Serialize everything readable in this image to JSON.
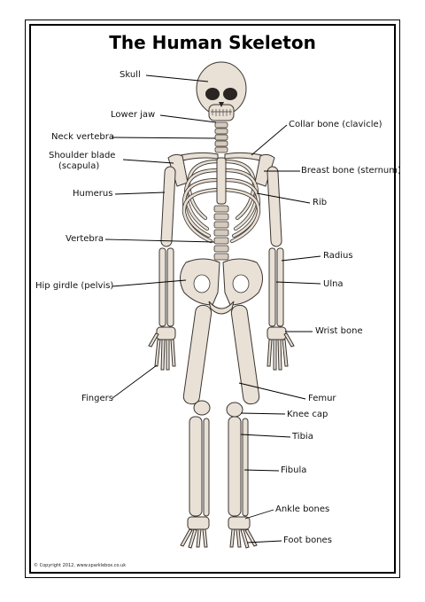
{
  "title": "The Human Skeleton",
  "labels": {
    "skull": "Skull",
    "lower_jaw": "Lower jaw",
    "neck_vertebra": "Neck vertebra",
    "shoulder_blade_1": "Shoulder blade",
    "shoulder_blade_2": "(scapula)",
    "humerus": "Humerus",
    "vertebra": "Vertebra",
    "hip_girdle": "Hip girdle (pelvis)",
    "fingers": "Fingers",
    "collar_bone": "Collar bone (clavicle)",
    "breast_bone": "Breast bone (sternum)",
    "rib": "Rib",
    "radius": "Radius",
    "ulna": "Ulna",
    "wrist_bone": "Wrist bone",
    "femur": "Femur",
    "knee_cap": "Knee cap",
    "tibia": "Tibia",
    "fibula": "Fibula",
    "ankle_bones": "Ankle bones",
    "foot_bones": "Foot bones"
  },
  "copyright": "© Copyright 2012, www.sparklebox.co.uk",
  "colors": {
    "bone": "#e9e0d6",
    "bone_shade": "#c9bcae",
    "outline": "#3a3530",
    "eye": "#2a2522"
  }
}
